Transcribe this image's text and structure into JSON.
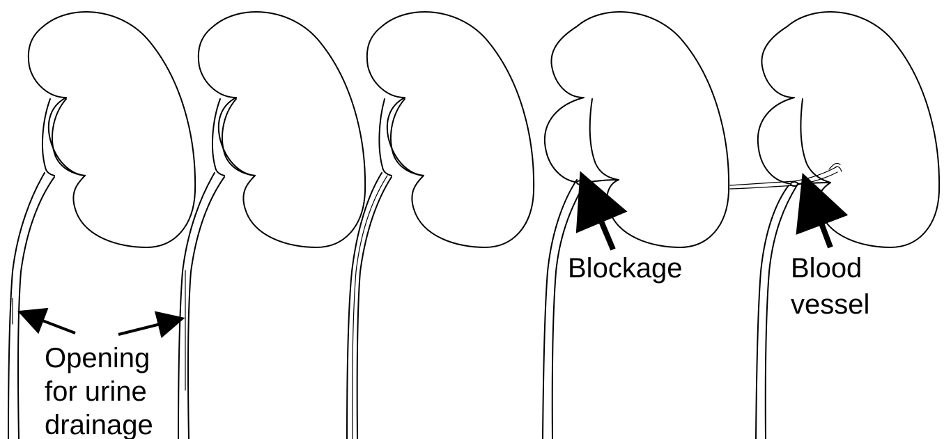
{
  "labels": {
    "opening": [
      "Opening",
      "for urine",
      "drainage"
    ],
    "blockage": "Blockage",
    "blood_vessel": [
      "Blood",
      "vessel"
    ]
  },
  "colors": {
    "stroke": "#000000",
    "fill": "#ffffff",
    "background": "#ffffff"
  },
  "panels": [
    {
      "id": "normal-1",
      "variant": "normal"
    },
    {
      "id": "normal-2",
      "variant": "normal"
    },
    {
      "id": "normal-3",
      "variant": "normal"
    },
    {
      "id": "blockage",
      "variant": "blockage"
    },
    {
      "id": "blood-vessel",
      "variant": "vessel"
    }
  ]
}
